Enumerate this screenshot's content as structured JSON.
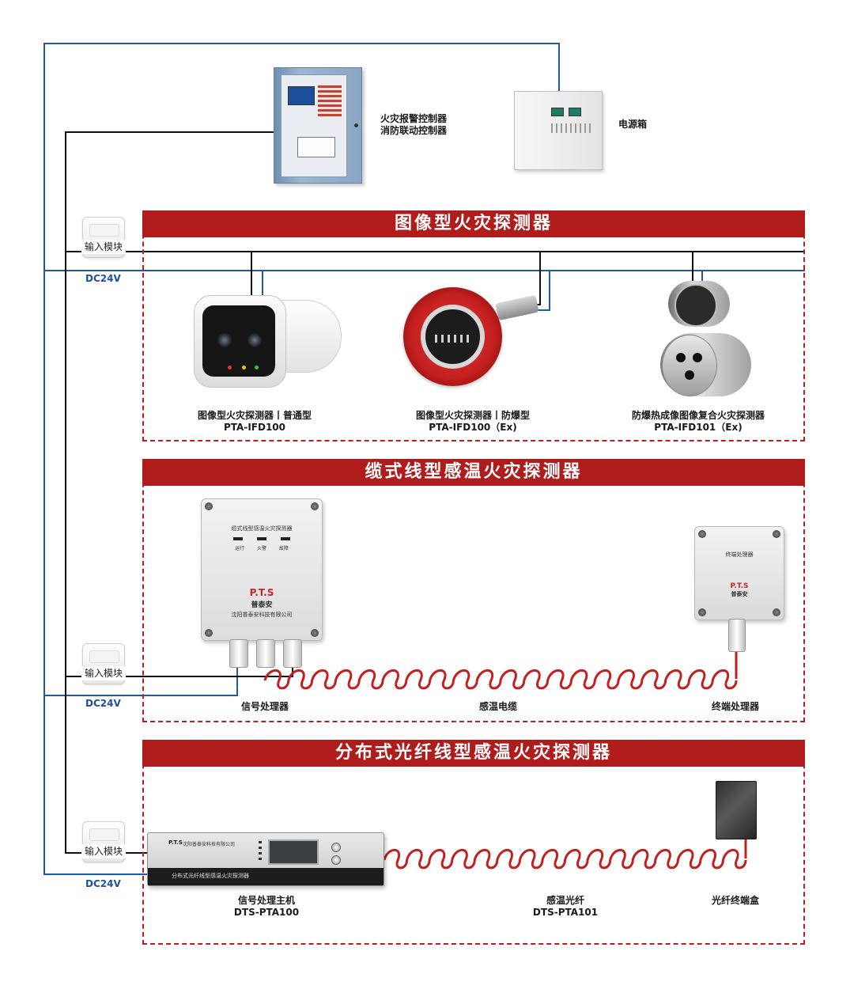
{
  "top": {
    "controller_label_line1": "火灾报警控制器",
    "controller_label_line2": "消防联动控制器",
    "power_box_label": "电源箱"
  },
  "modules": {
    "input_module": "输入模块",
    "dc_label": "DC24V"
  },
  "section1": {
    "title": "图像型火灾探测器",
    "devices": [
      {
        "name": "图像型火灾探测器丨普通型",
        "model": "PTA-IFD100"
      },
      {
        "name": "图像型火灾探测器丨防爆型",
        "model": "PTA-IFD100（Ex)"
      },
      {
        "name": "防爆热成像图像复合火灾探测器",
        "model": "PTA-IFD101（Ex)"
      }
    ]
  },
  "section2": {
    "title": "缆式线型感温火灾探测器",
    "signal_box": {
      "title": "缆式线型感温火灾探测器",
      "indicators": "运行 火警 故障",
      "logo": "P.T.S",
      "brand": "普泰安",
      "company": "沈阳普泰安科技有限公司"
    },
    "end_box": {
      "title": "终端处理器",
      "logo": "P.T.S",
      "brand": "普泰安"
    },
    "labels": {
      "signal_processor": "信号处理器",
      "cable": "感温电缆",
      "end_processor": "终端处理器"
    }
  },
  "section3": {
    "title": "分布式光纤线型感温火灾探测器",
    "rack": {
      "brand": "P.T.S",
      "company": "沈阳普泰安科技有限公司",
      "panel_text": "分布式光纤线型感温火灾探测器"
    },
    "labels": {
      "host_name": "信号处理主机",
      "host_model": "DTS-PTA100",
      "fiber_name": "感温光纤",
      "fiber_model": "DTS-PTA101",
      "fiber_box": "光纤终端盒"
    }
  },
  "colors": {
    "accent_red": "#b01c1c",
    "wire_blue": "#1f5aa8",
    "wire_black": "#111111",
    "cable_red": "#c41e1e"
  }
}
